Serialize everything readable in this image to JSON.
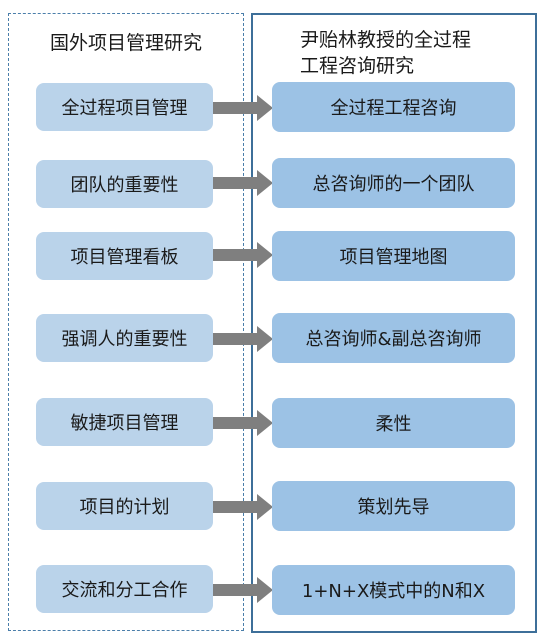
{
  "left_header": "国外项目管理研究",
  "right_header": [
    "尹贻林教授的全过程",
    "工程咨询研究"
  ],
  "rows": [
    {
      "left": "全过程项目管理",
      "right": "全过程工程咨询"
    },
    {
      "left": "团队的重要性",
      "right": "总咨询师的一个团队"
    },
    {
      "left": "项目管理看板",
      "right": "项目管理地图"
    },
    {
      "left": "强调人的重要性",
      "right": "总咨询师&副总咨询师"
    },
    {
      "left": "敏捷项目管理",
      "right": "柔性"
    },
    {
      "left": "项目的计划",
      "right": "策划先导"
    },
    {
      "left": "交流和分工合作",
      "right": "1+N+X模式中的N和X"
    }
  ],
  "colors": {
    "left_box": "#bad3ea",
    "right_box": "#9cc2e5",
    "arrow": "#7f7f7f",
    "frame": "#3d6f99"
  }
}
